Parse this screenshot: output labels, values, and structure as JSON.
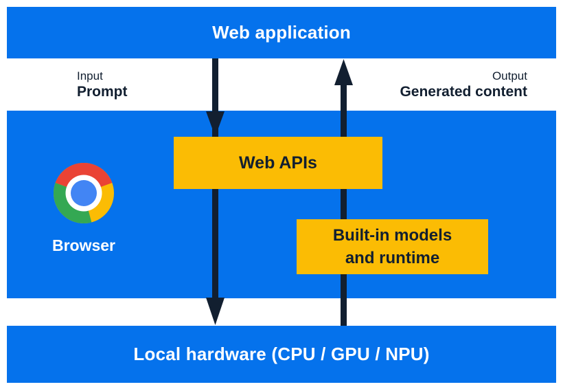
{
  "colors": {
    "band_blue": "#0572EC",
    "box_yellow": "#FBBC04",
    "ink_dark": "#121F30",
    "text_white": "#ffffff",
    "chrome_red": "#EA4335",
    "chrome_yellow": "#FBBC04",
    "chrome_green": "#34A853",
    "chrome_blue": "#4285F4"
  },
  "top_bar": {
    "label": "Web application"
  },
  "flow_labels": {
    "input_caption": "Input",
    "input_label": "Prompt",
    "output_caption": "Output",
    "output_label": "Generated content"
  },
  "browser_section": {
    "browser_label": "Browser",
    "browser_icon": "chrome-logo",
    "web_apis_label": "Web APIs",
    "builtin_models_line1": "Built-in models",
    "builtin_models_line2": "and runtime"
  },
  "arrows": {
    "down_arrow": "prompt-flow-down",
    "up_arrow": "generated-content-flow-up"
  },
  "bottom_bar": {
    "label": "Local hardware (CPU / GPU / NPU)"
  }
}
